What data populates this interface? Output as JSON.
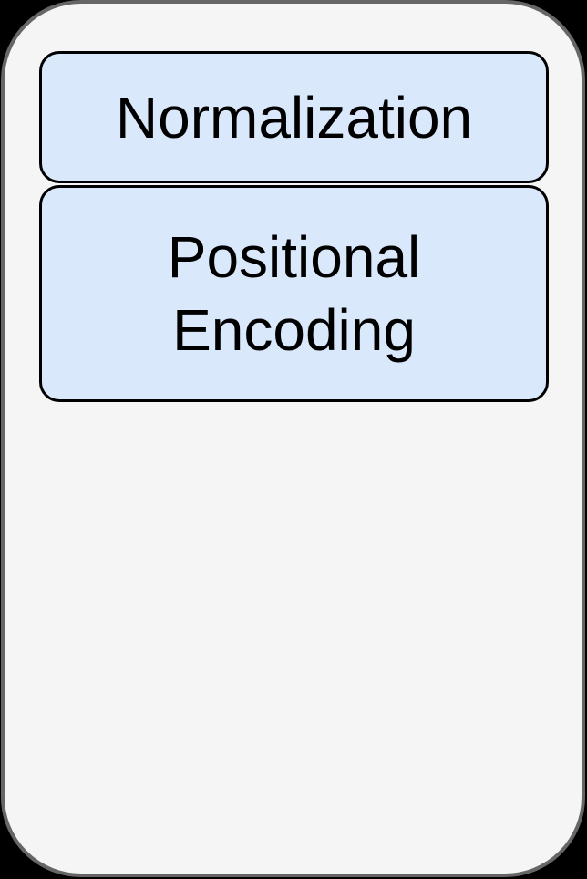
{
  "diagram": {
    "background_color": "#000000",
    "container": {
      "fill_color": "#f5f5f5",
      "border_color": "#666666"
    },
    "nodes": [
      {
        "id": "normalization",
        "label": "Normalization",
        "fill_color": "#dae8fc",
        "border_color": "#000000",
        "text_color": "#000000"
      },
      {
        "id": "positional-encoding",
        "label": "Positional\nEncoding",
        "fill_color": "#dae8fc",
        "border_color": "#000000",
        "text_color": "#000000"
      }
    ]
  }
}
